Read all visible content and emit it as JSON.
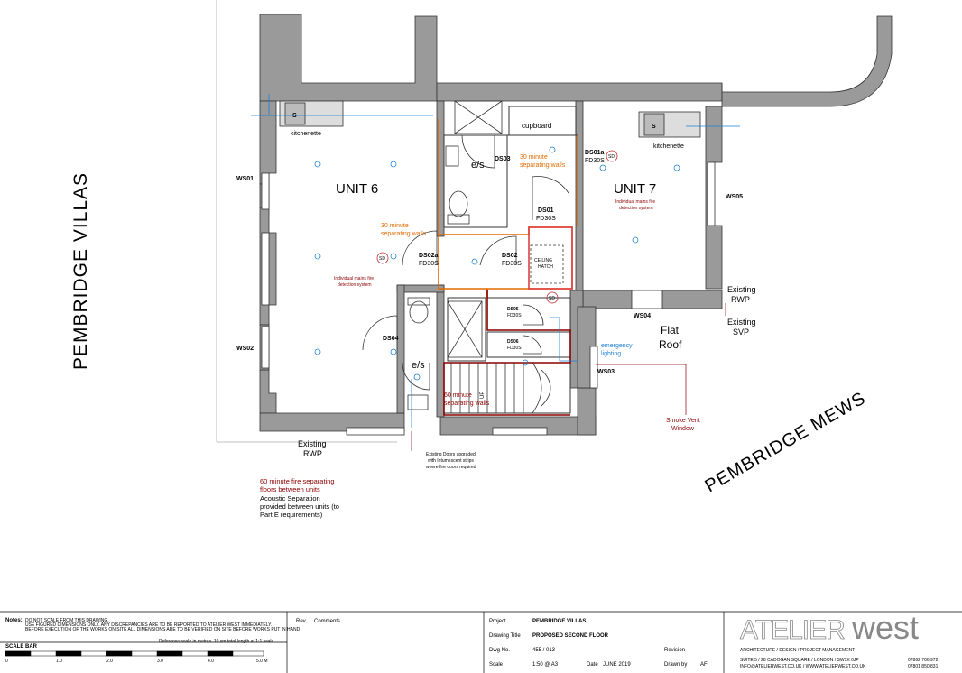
{
  "street_labels": {
    "left": "PEMBRIDGE   VILLAS",
    "right": "PEMBRIDGE   MEWS"
  },
  "rooms": {
    "unit6": "UNIT 6",
    "unit7": "UNIT 7",
    "kitchenette1": "kitchenette",
    "kitchenette2": "kitchenette",
    "cupboard": "cupboard",
    "es1": "e/s",
    "es2": "e/s",
    "flat_roof": [
      "Flat",
      "Roof"
    ],
    "ceiling_hatch": [
      "CEILING",
      "HATCH"
    ],
    "stair_up": "UP"
  },
  "windows": {
    "ws01": "WS01",
    "ws02": "WS02",
    "ws03": "WS03",
    "ws04": "WS04",
    "ws05": "WS05"
  },
  "doors": {
    "ds03": "DS03",
    "ds01a": [
      "DS01a",
      "FD30S"
    ],
    "ds01": [
      "DS01",
      "FD30S"
    ],
    "ds02a": [
      "DS02a",
      "FD30S"
    ],
    "ds02": [
      "DS02",
      "FD30S"
    ],
    "ds05": [
      "DS05",
      "FD30S"
    ],
    "ds06": [
      "DS06",
      "FD30S"
    ],
    "ds04": "DS04"
  },
  "annotations": {
    "walls30_top": [
      "30 minute",
      "separating walls"
    ],
    "walls30_mid": [
      "30 minute",
      "separating walls"
    ],
    "walls60": [
      "60 minute",
      "separating walls"
    ],
    "mains_fire_u7": [
      "Individual mains fire",
      "detection system"
    ],
    "mains_fire_u6": [
      "Individual mains fire",
      "detection system"
    ],
    "emergency": [
      "emergency",
      "lighting"
    ],
    "existing_rwp_right": [
      "Existing",
      "RWP"
    ],
    "existing_svp": [
      "Existing",
      "SVP"
    ],
    "existing_rwp_bottom": [
      "Existing",
      "RWP"
    ],
    "smoke_vent": [
      "Smoke Vent",
      "Window"
    ],
    "doors_upgraded": [
      "Existing Doors upgraded",
      "with Intumescent strips",
      "where fire doors required"
    ],
    "fire_floors": [
      "60 minute fire separating",
      "floors between units"
    ],
    "acoustic": [
      "Acoustic Separation",
      "provided between units (to",
      "Part E requirements)"
    ],
    "sd": "SD",
    "sink": "S"
  },
  "title_block": {
    "notes_label": "Notes:",
    "notes_lines": [
      "DO NOT SCALE FROM THIS DRAWING.",
      "USE FIGURED DIMENSIONS ONLY. ANY DISCREPANCIES ARE TO BE REPORTED TO ATELIER WEST IMMEDIATELY.",
      "BEFORE EXECUTION OF THE WORKS ON SITE ALL DIMENSIONS ARE TO BE VERIFIED ON SITE BEFORE WORKS PUT IN HAND"
    ],
    "scale_bar_label": "SCALE BAR",
    "scale_note": "Reference scale in metres. 10 cm total length at 1:1 scale",
    "scale_ticks": [
      "0",
      "1.0",
      "2.0",
      "3.0",
      "4.0",
      "5.0 M"
    ],
    "rev_label": "Rev.",
    "comments_label": "Comments",
    "project_label": "Project",
    "project_value": "PEMBRIDGE VILLAS",
    "drawing_title_label": "Drawing Title",
    "drawing_title_value": "PROPOSED SECOND FLOOR",
    "dwg_no_label": "Dwg No.",
    "dwg_no_value": "455 / 013",
    "revision_label": "Revision",
    "scale_label": "Scale",
    "scale_value": "1:50 @ A3",
    "date_label": "Date",
    "date_value": "JUNE 2019",
    "drawn_by_label": "Drawn by",
    "drawn_by_value": "AF",
    "logo_a": "ATELIER",
    "logo_b": "west",
    "tagline": "ARCHITECTURE / DESIGN / PROJECT MANAGEMENT",
    "address1": "SUITE 5  /  28 CADOGAN SQUARE  /  LONDON  /  SW1X 0JP",
    "address2": "INFO@ATELIERWEST.CO.UK  /  WWW.ATELIERWEST.CO.UK",
    "phone1": "07862 706 972",
    "phone2": "07801 850 831"
  },
  "colors": {
    "wall": "#9a9a9a",
    "fire_red": "#8b0000",
    "orange": "#e06a00",
    "blue": "#1f7fd1",
    "logo_grey": "#888888"
  }
}
